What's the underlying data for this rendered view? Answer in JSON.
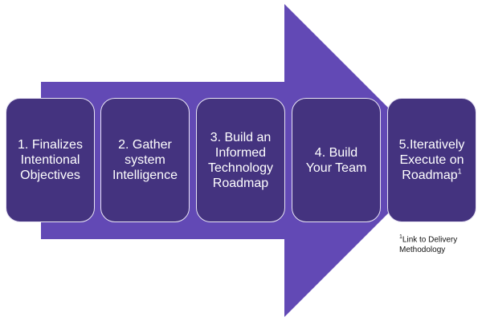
{
  "diagram": {
    "type": "process-arrow",
    "colors": {
      "arrow": "#6249b5",
      "box": "#44337f",
      "box_border": "#e8e4f4",
      "text": "#ffffff",
      "footnote_text": "#111111"
    },
    "steps": [
      {
        "label": "1. Finalizes\nIntentional\nObjectives",
        "superscript": ""
      },
      {
        "label": "2. Gather\nsystem\nIntelligence",
        "superscript": ""
      },
      {
        "label": "3. Build an\nInformed\nTechnology\nRoadmap",
        "superscript": ""
      },
      {
        "label": "4. Build\nYour Team",
        "superscript": ""
      },
      {
        "label": "5.Iteratively\nExecute on\nRoadmap",
        "superscript": "1"
      }
    ],
    "footnote": {
      "marker": "1",
      "line1": "Link to Delivery",
      "line2": "Methodology"
    }
  }
}
